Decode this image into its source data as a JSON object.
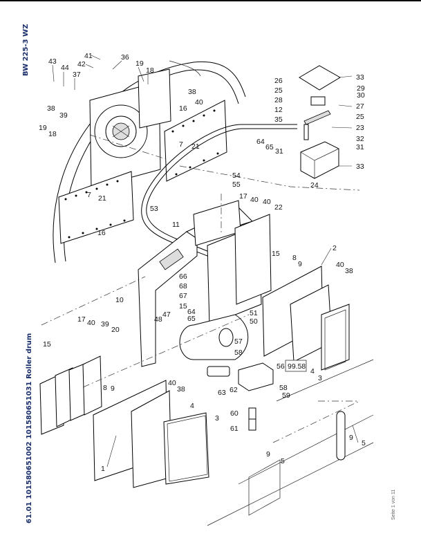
{
  "header": {
    "model": "BW 225-3 WZ"
  },
  "caption": {
    "text": "61.01 101580651002 101580651031 Roller drum"
  },
  "footer": {
    "page": "Seite 1 von 11"
  },
  "reference_box": "99.58",
  "callouts": [
    {
      "id": "c41",
      "label": "41"
    },
    {
      "id": "c36",
      "label": "36"
    },
    {
      "id": "c42",
      "label": "42"
    },
    {
      "id": "c43",
      "label": "43"
    },
    {
      "id": "c44",
      "label": "44"
    },
    {
      "id": "c37",
      "label": "37"
    },
    {
      "id": "c19a",
      "label": "19"
    },
    {
      "id": "c18a",
      "label": "18"
    },
    {
      "id": "c38a",
      "label": "38"
    },
    {
      "id": "c39a",
      "label": "39"
    },
    {
      "id": "c19b",
      "label": "19"
    },
    {
      "id": "c18b",
      "label": "18"
    },
    {
      "id": "c38b",
      "label": "38"
    },
    {
      "id": "c40a",
      "label": "40"
    },
    {
      "id": "c16a",
      "label": "16"
    },
    {
      "id": "c7a",
      "label": "7"
    },
    {
      "id": "c21a",
      "label": "21"
    },
    {
      "id": "c7b",
      "label": "7"
    },
    {
      "id": "c21b",
      "label": "21"
    },
    {
      "id": "c16b",
      "label": "16"
    },
    {
      "id": "c33a",
      "label": "33"
    },
    {
      "id": "c26",
      "label": "26"
    },
    {
      "id": "c25a",
      "label": "25"
    },
    {
      "id": "c29",
      "label": "29"
    },
    {
      "id": "c30",
      "label": "30"
    },
    {
      "id": "c28",
      "label": "28"
    },
    {
      "id": "c27",
      "label": "27"
    },
    {
      "id": "c12",
      "label": "12"
    },
    {
      "id": "c25b",
      "label": "25"
    },
    {
      "id": "c35",
      "label": "35"
    },
    {
      "id": "c23",
      "label": "23"
    },
    {
      "id": "c64a",
      "label": "64"
    },
    {
      "id": "c65a",
      "label": "65"
    },
    {
      "id": "c31a",
      "label": "31"
    },
    {
      "id": "c32",
      "label": "32"
    },
    {
      "id": "c31b",
      "label": "31"
    },
    {
      "id": "c33b",
      "label": "33"
    },
    {
      "id": "c24",
      "label": "24"
    },
    {
      "id": "c54",
      "label": "54"
    },
    {
      "id": "c55",
      "label": "55"
    },
    {
      "id": "c53",
      "label": "53"
    },
    {
      "id": "c17a",
      "label": "17"
    },
    {
      "id": "c40b",
      "label": "40"
    },
    {
      "id": "c40c",
      "label": "40"
    },
    {
      "id": "c22",
      "label": "22"
    },
    {
      "id": "c11",
      "label": "11"
    },
    {
      "id": "c2",
      "label": "2"
    },
    {
      "id": "c15a",
      "label": "15"
    },
    {
      "id": "c8a",
      "label": "8"
    },
    {
      "id": "c9a",
      "label": "9"
    },
    {
      "id": "c40d",
      "label": "40"
    },
    {
      "id": "c38c",
      "label": "38"
    },
    {
      "id": "c66",
      "label": "66"
    },
    {
      "id": "c68",
      "label": "68"
    },
    {
      "id": "c67",
      "label": "67"
    },
    {
      "id": "c15b",
      "label": "15"
    },
    {
      "id": "c10",
      "label": "10"
    },
    {
      "id": "c47",
      "label": "47"
    },
    {
      "id": "c48",
      "label": "48"
    },
    {
      "id": "c64b",
      "label": "64"
    },
    {
      "id": "c65b",
      "label": "65"
    },
    {
      "id": "c51",
      "label": "51"
    },
    {
      "id": "c50",
      "label": "50"
    },
    {
      "id": "c17b",
      "label": "17"
    },
    {
      "id": "c40e",
      "label": "40"
    },
    {
      "id": "c39b",
      "label": "39"
    },
    {
      "id": "c20",
      "label": "20"
    },
    {
      "id": "c15c",
      "label": "15"
    },
    {
      "id": "c57",
      "label": "57"
    },
    {
      "id": "c58a",
      "label": "58"
    },
    {
      "id": "c56",
      "label": "56"
    },
    {
      "id": "c4a",
      "label": "4"
    },
    {
      "id": "c3a",
      "label": "3"
    },
    {
      "id": "c8b",
      "label": "8"
    },
    {
      "id": "c9b",
      "label": "9"
    },
    {
      "id": "c40f",
      "label": "40"
    },
    {
      "id": "c38d",
      "label": "38"
    },
    {
      "id": "c62",
      "label": "62"
    },
    {
      "id": "c63",
      "label": "63"
    },
    {
      "id": "c58b",
      "label": "58"
    },
    {
      "id": "c59",
      "label": "59"
    },
    {
      "id": "c60",
      "label": "60"
    },
    {
      "id": "c61",
      "label": "61"
    },
    {
      "id": "c4b",
      "label": "4"
    },
    {
      "id": "c3b",
      "label": "3"
    },
    {
      "id": "c1",
      "label": "1"
    },
    {
      "id": "c9c",
      "label": "9"
    },
    {
      "id": "c5a",
      "label": "5"
    },
    {
      "id": "c9d",
      "label": "9"
    },
    {
      "id": "c5b",
      "label": "5"
    }
  ]
}
